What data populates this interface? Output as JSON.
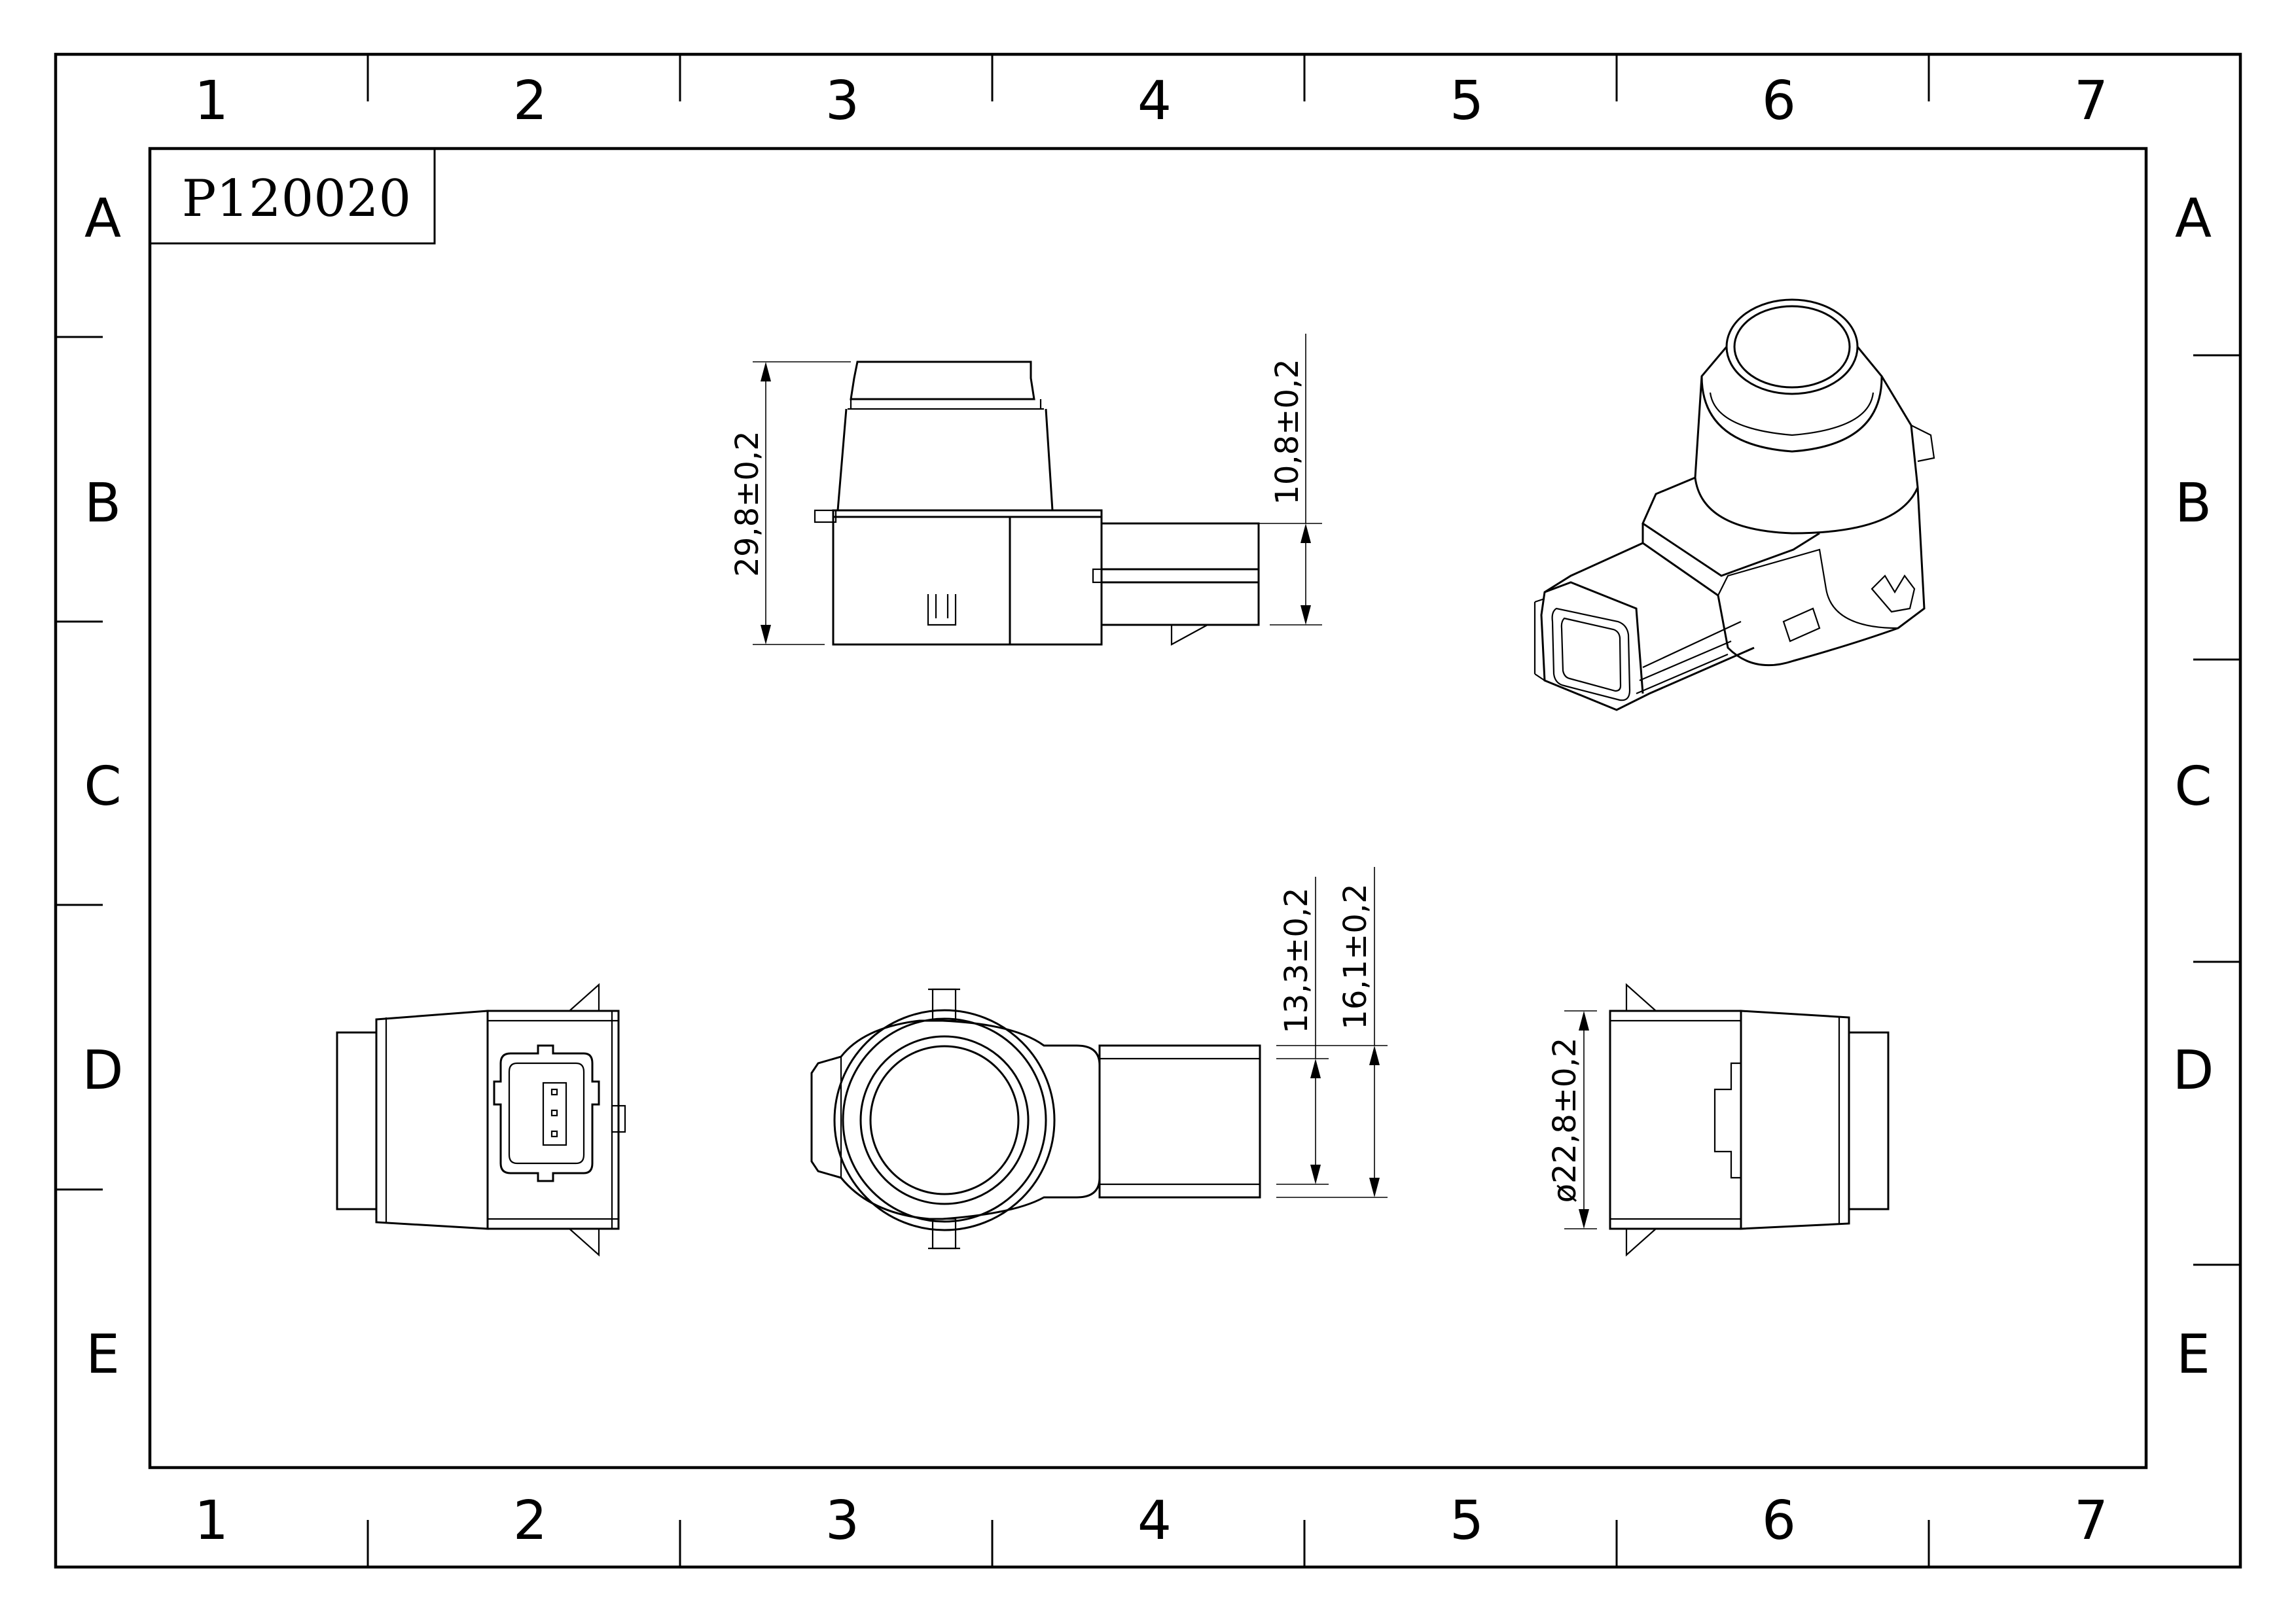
{
  "drawing": {
    "part_number": "P120020",
    "columns": [
      "1",
      "2",
      "3",
      "4",
      "5",
      "6",
      "7"
    ],
    "rows": [
      "A",
      "B",
      "C",
      "D",
      "E"
    ],
    "dimensions": {
      "overall_height": "29,8±0,2",
      "head_height": "10,8±0,2",
      "connector_width_inner": "13,3±0,2",
      "connector_width_outer": "16,1±0,2",
      "diameter": "ø22,8±0,2"
    }
  }
}
